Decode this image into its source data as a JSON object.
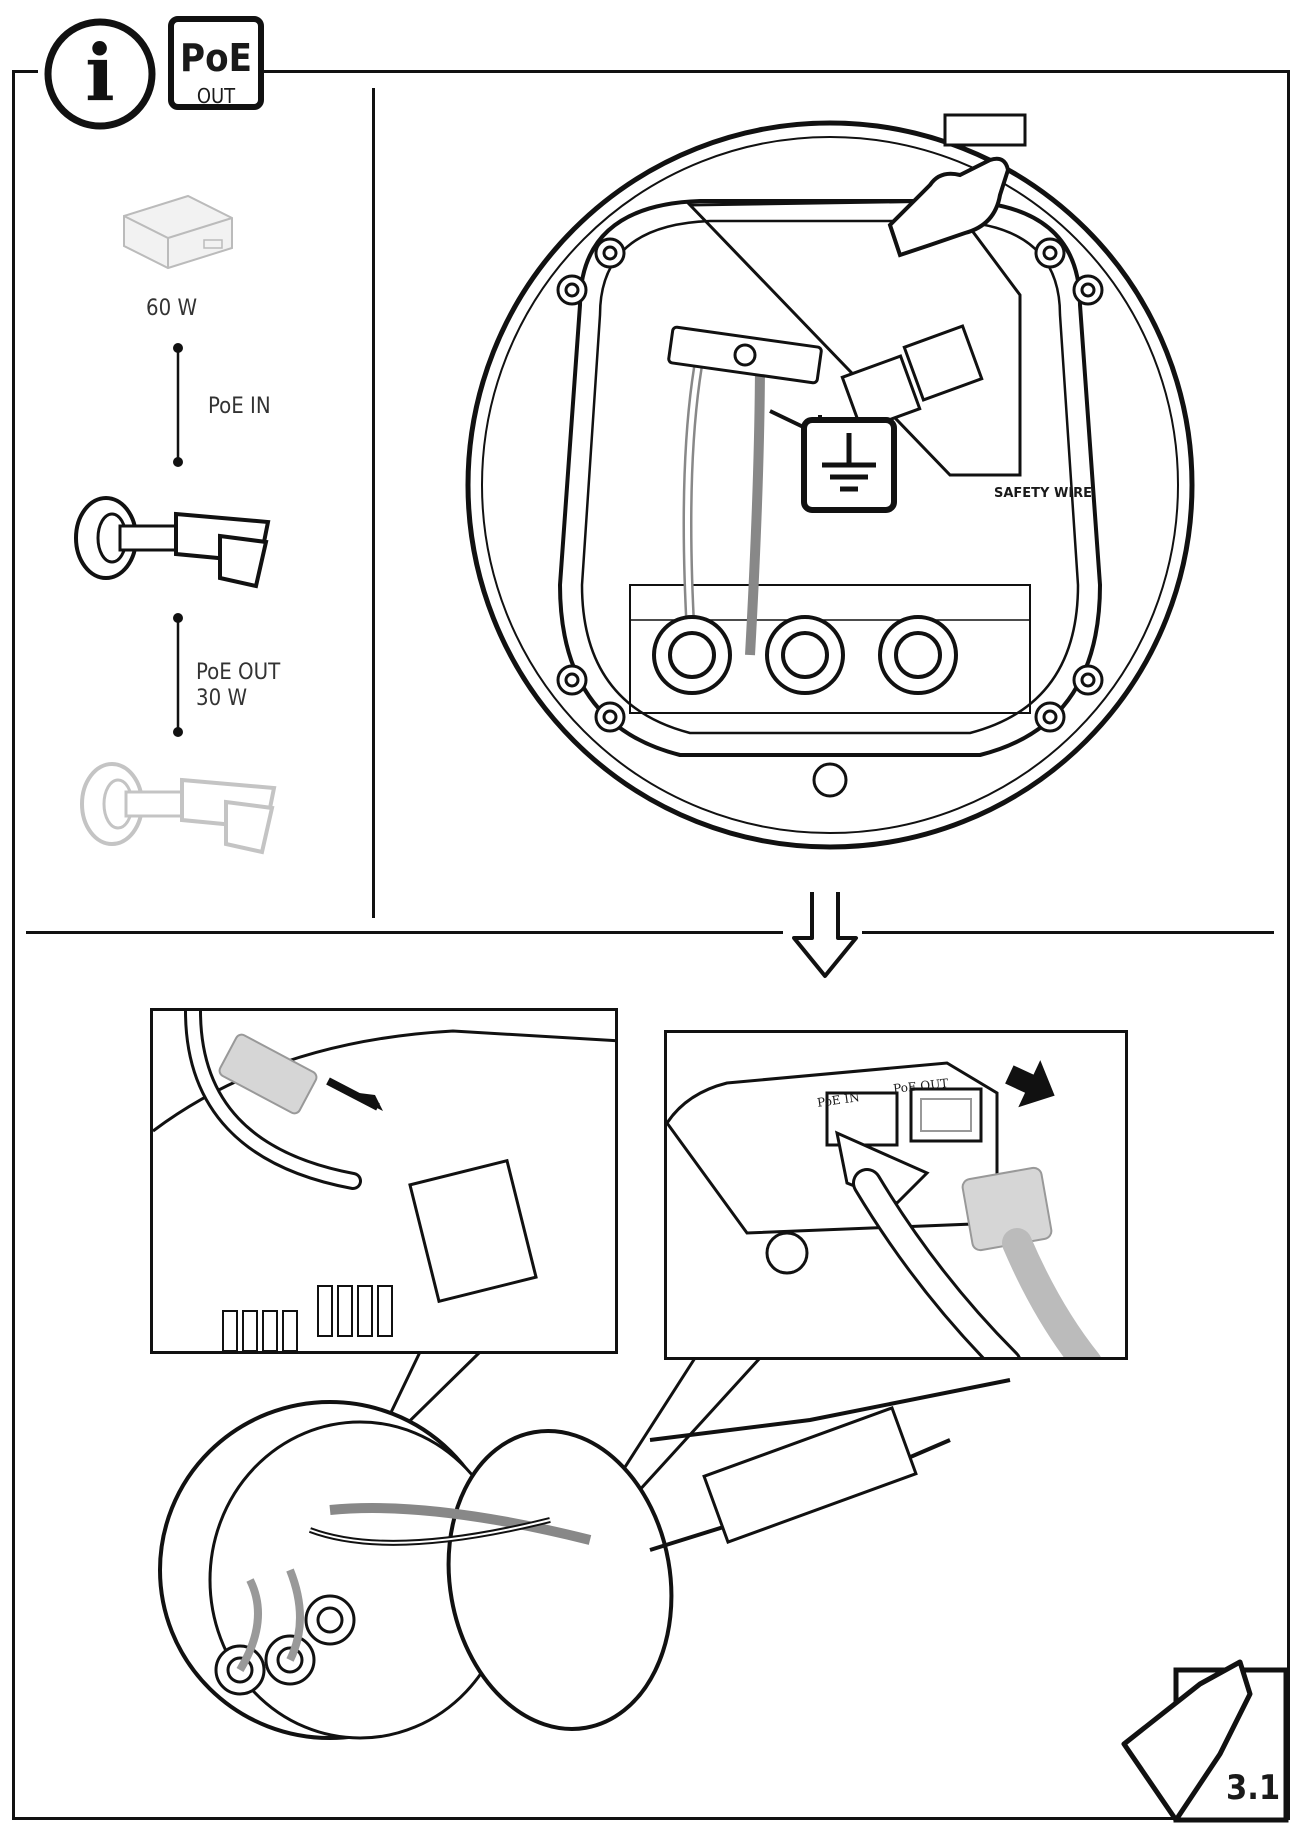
{
  "header": {
    "info_symbol": "i",
    "badge_title": "PoE",
    "badge_subtitle": "OUT"
  },
  "sidebar": {
    "power_supply_label": "60 W",
    "link_1_label": "PoE IN",
    "link_2_label": "PoE OUT\n30 W"
  },
  "top_diagram": {
    "safety_wire_label": "SAFETY WIRE"
  },
  "bottom_left_inset": {},
  "bottom_right_inset": {
    "port_in_label": "PoE IN",
    "port_out_label": "PoE OUT"
  },
  "footer": {
    "page_number": "3.1"
  },
  "colors": {
    "line": "#111111",
    "grey": "#9a9a9a",
    "light_grey": "#c8c8c8"
  }
}
